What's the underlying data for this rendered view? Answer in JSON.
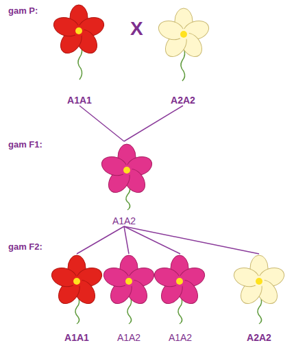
{
  "diagram": {
    "nodes": [
      {
        "text": [
          "A1A1"
        ]
      },
      {
        "text": [
          "A2A2"
        ]
      },
      {
        "text": [
          "A1A2"
        ]
      },
      {
        "text": [
          "A1A1"
        ]
      },
      {
        "text": [
          "A1A2"
        ]
      },
      {
        "text": [
          "A1A2"
        ]
      },
      {
        "text": [
          "A2A2"
        ]
      }
    ],
    "edges": [
      {
        "from": 0,
        "to": 2,
        "arrow": "none"
      },
      {
        "from": 1,
        "to": 2,
        "arrow": "none"
      },
      {
        "from": 2,
        "to": 3,
        "arrow": "none"
      },
      {
        "from": 2,
        "to": 4,
        "arrow": "none"
      },
      {
        "from": 2,
        "to": 5,
        "arrow": "none"
      },
      {
        "from": 2,
        "to": 6,
        "arrow": "none"
      }
    ],
    "labels": [
      "gam P:",
      "X",
      "gam F1:",
      "gam F2:"
    ]
  }
}
